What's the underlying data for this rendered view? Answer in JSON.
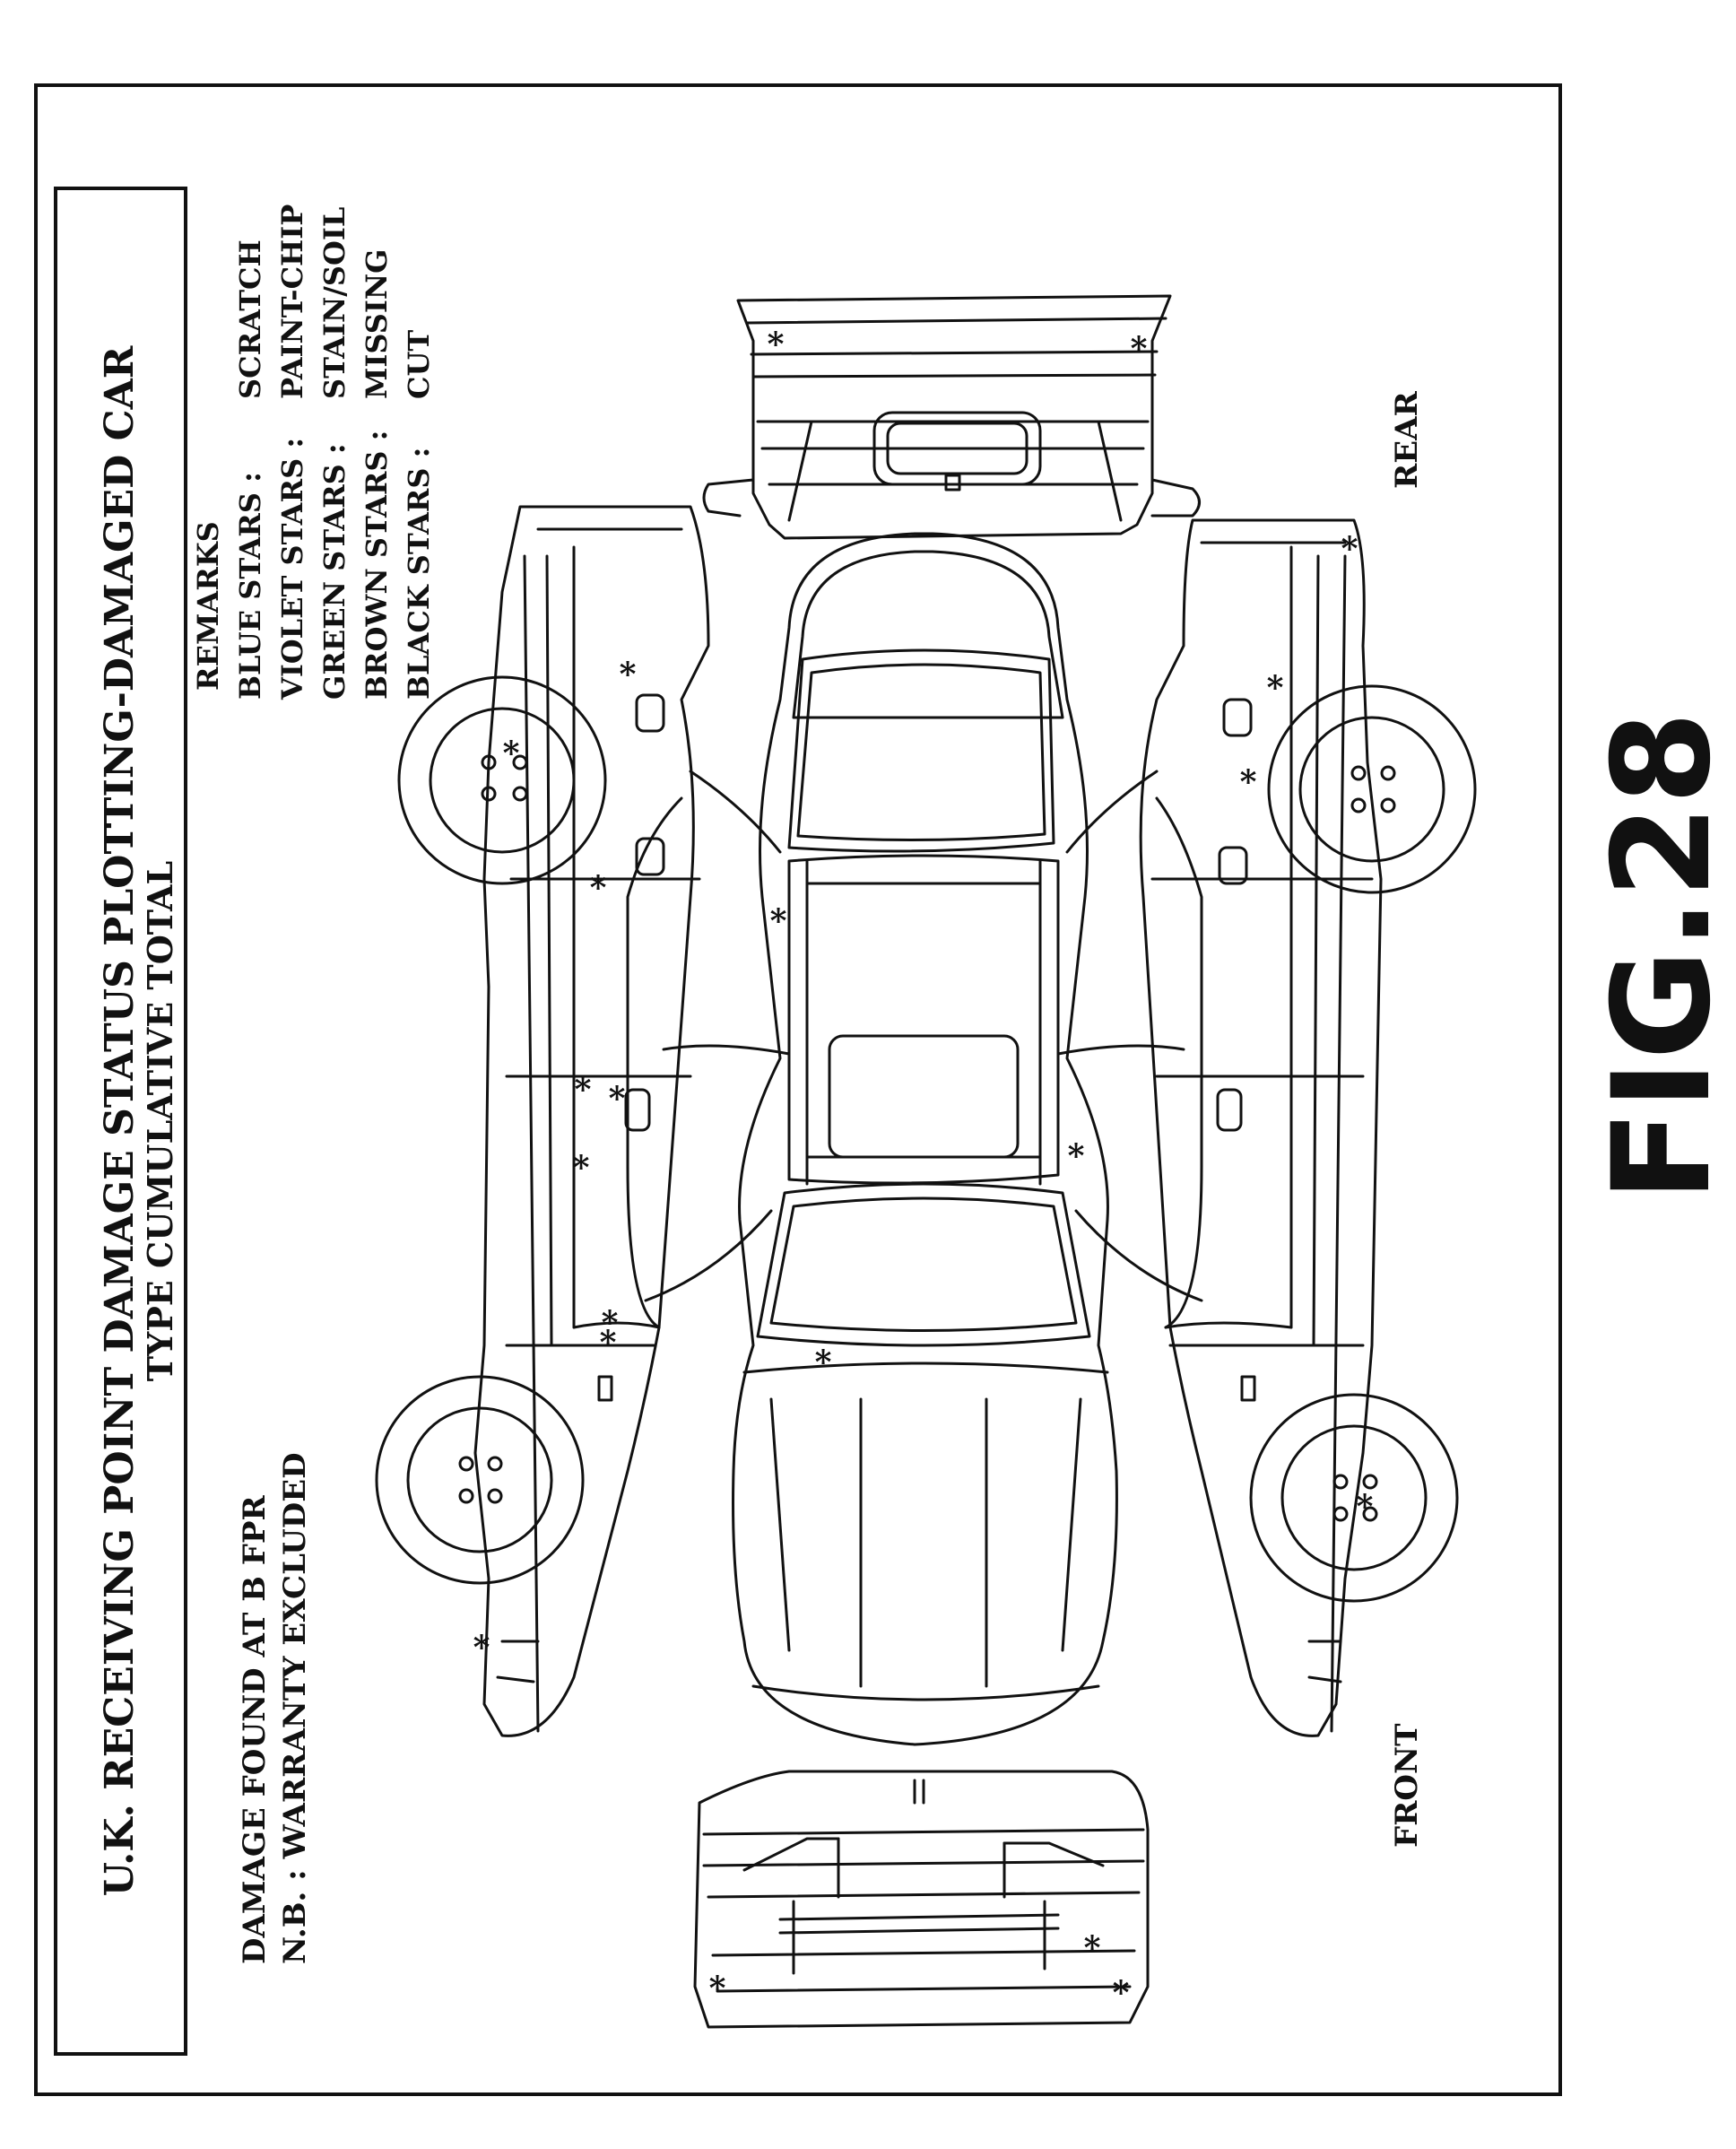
{
  "header": {
    "title": "U.K. RECEIVING POINT DAMAGE STATUS PLOTTING-DAMAGED CAR",
    "subtitle": "TYPE CUMULATIVE TOTAL"
  },
  "notes": {
    "damage_found": "DAMAGE FOUND AT B FPR",
    "warranty": "N.B. : WARRANTY EXCLUDED"
  },
  "remarks": {
    "heading": "REMARKS",
    "items": [
      {
        "label": "BLUE STARS :",
        "value": "SCRATCH"
      },
      {
        "label": "VIOLET STARS :",
        "value": "PAINT-CHIP"
      },
      {
        "label": "GREEN STARS :",
        "value": "STAIN/SOIL"
      },
      {
        "label": "BROWN STARS :",
        "value": "MISSING"
      },
      {
        "label": "BLACK STARS :",
        "value": "CUT"
      }
    ]
  },
  "orientation": {
    "front": "FRONT",
    "rear": "REAR"
  },
  "figure_label": "FIG.28",
  "damage_marker_glyph": "*",
  "colors": {
    "line": "#111111",
    "background": "#ffffff"
  }
}
